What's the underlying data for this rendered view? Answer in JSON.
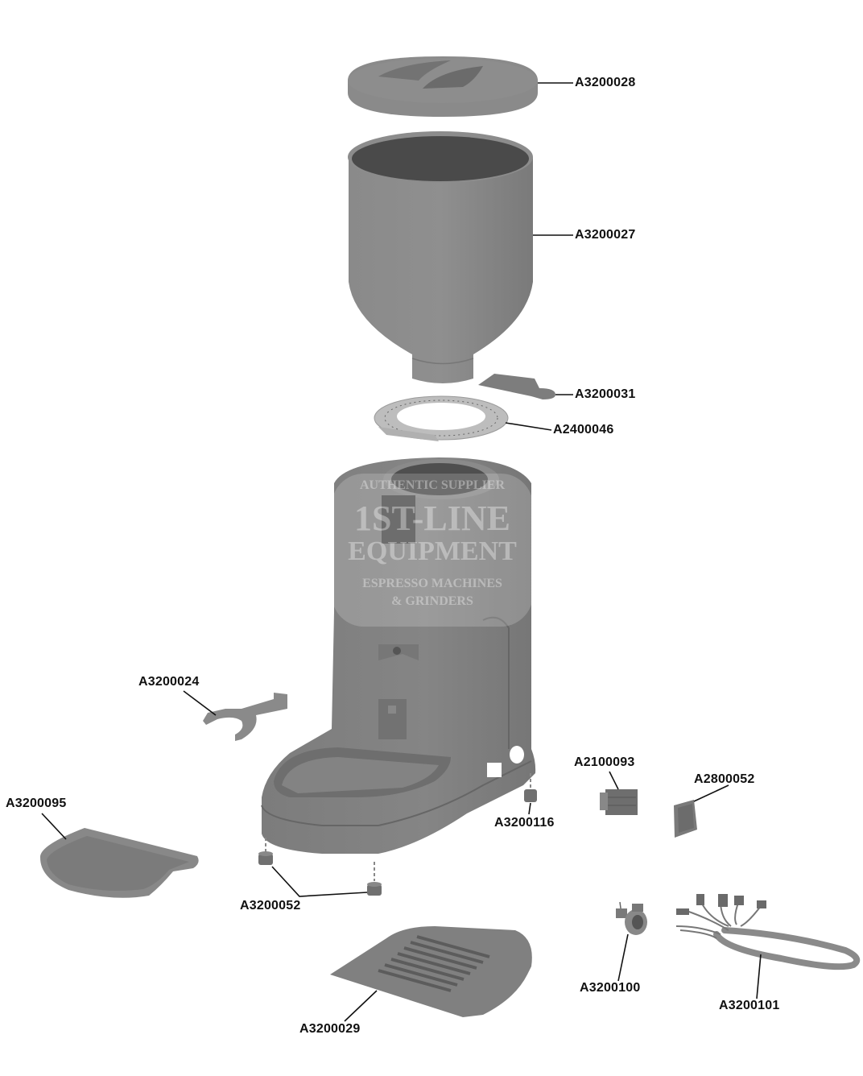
{
  "diagram": {
    "type": "exploded-parts-diagram",
    "subject": "Coffee grinder",
    "colors": {
      "background": "#ffffff",
      "part_fill": "#808080",
      "part_dark": "#5e5e5e",
      "part_light": "#9a9a9a",
      "leader_line": "#111111",
      "label_text": "#111111"
    }
  },
  "watermark": {
    "line1": "AUTHENTIC SUPPLIER",
    "line2": "1ST-LINE",
    "line3": "EQUIPMENT",
    "line4": "ESPRESSO MACHINES",
    "line5": "& GRINDERS"
  },
  "parts": [
    {
      "id": "lid",
      "code": "A3200028"
    },
    {
      "id": "hopper",
      "code": "A3200027"
    },
    {
      "id": "hopper-shutter",
      "code": "A3200031"
    },
    {
      "id": "grind-dial-ring",
      "code": "A2400046"
    },
    {
      "id": "spanner-wrench",
      "code": "A3200024"
    },
    {
      "id": "drip-tray",
      "code": "A3200095"
    },
    {
      "id": "rear-foot",
      "code": "A3200116"
    },
    {
      "id": "rocker-switch",
      "code": "A2100093"
    },
    {
      "id": "switch-cover",
      "code": "A2800052"
    },
    {
      "id": "front-feet",
      "code": "A3200052"
    },
    {
      "id": "cable-gland",
      "code": "A3200100"
    },
    {
      "id": "wiring-harness",
      "code": "A3200101"
    },
    {
      "id": "base-plate",
      "code": "A3200029"
    }
  ]
}
